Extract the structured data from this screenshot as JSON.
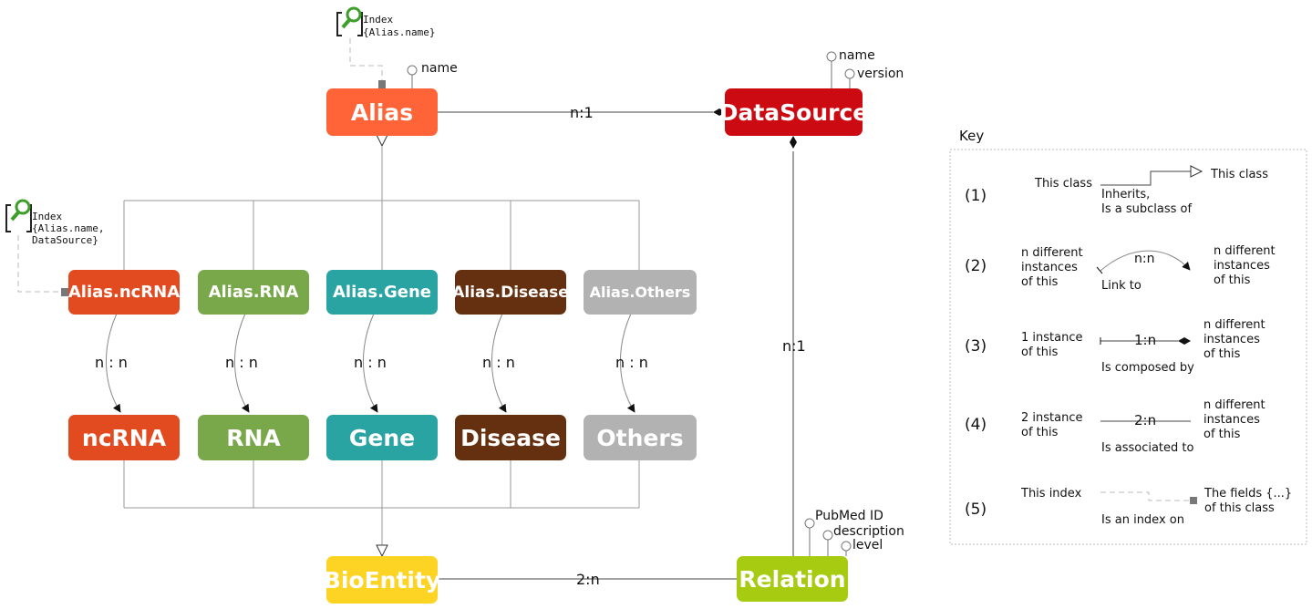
{
  "colors": {
    "alias": "#fe6437",
    "datasource": "#cc0a12",
    "ncrna": "#e24b20",
    "rna": "#79a84a",
    "gene": "#2aa3a3",
    "disease": "#653010",
    "others": "#b2b2b2",
    "bioentity": "#fdd424",
    "relation": "#a6cb10"
  },
  "boxes": {
    "alias": "Alias",
    "datasource": "DataSource",
    "alias_ncrna": "Alias.ncRNA",
    "alias_rna": "Alias.RNA",
    "alias_gene": "Alias.Gene",
    "alias_disease": "Alias.Disease",
    "alias_others": "Alias.Others",
    "ncrna": "ncRNA",
    "rna": "RNA",
    "gene": "Gene",
    "disease": "Disease",
    "others": "Others",
    "bioentity": "BioEntity",
    "relation": "Relation"
  },
  "attributes": {
    "alias_name": "name",
    "ds_name": "name",
    "ds_version": "version",
    "rel_pubmed": "PubMed ID",
    "rel_description": "description",
    "rel_level": "level"
  },
  "edges": {
    "alias_ds": "n:1",
    "relation_ds": "n:1",
    "bioentity_relation": "2:n",
    "nn_ncrna": "n : n",
    "nn_rna": "n : n",
    "nn_gene": "n : n",
    "nn_disease": "n : n",
    "nn_others": "n : n"
  },
  "indexes": {
    "index1_title": "Index",
    "index1_fields": "{Alias.name}",
    "index2_title": "Index",
    "index2_fields": "{Alias.name,\nDataSource}"
  },
  "key": {
    "title": "Key",
    "rows": [
      {
        "num": "(1)",
        "left": "This class",
        "right": "This class",
        "mid": "",
        "desc": "Inherits,\nIs a subclass of"
      },
      {
        "num": "(2)",
        "left": "n different\ninstances\nof this",
        "right": "n different\ninstances\nof this",
        "mid": "n:n",
        "desc": "Link to"
      },
      {
        "num": "(3)",
        "left": "1 instance\nof this",
        "right": "n different\ninstances\nof this",
        "mid": "1:n",
        "desc": "Is composed by"
      },
      {
        "num": "(4)",
        "left": "2 instance\nof this",
        "right": "n different\ninstances\nof this",
        "mid": "2:n",
        "desc": "Is associated to"
      },
      {
        "num": "(5)",
        "left": "This index",
        "right": "The fields {...}\nof this class",
        "mid": "",
        "desc": "Is an index on"
      }
    ]
  }
}
